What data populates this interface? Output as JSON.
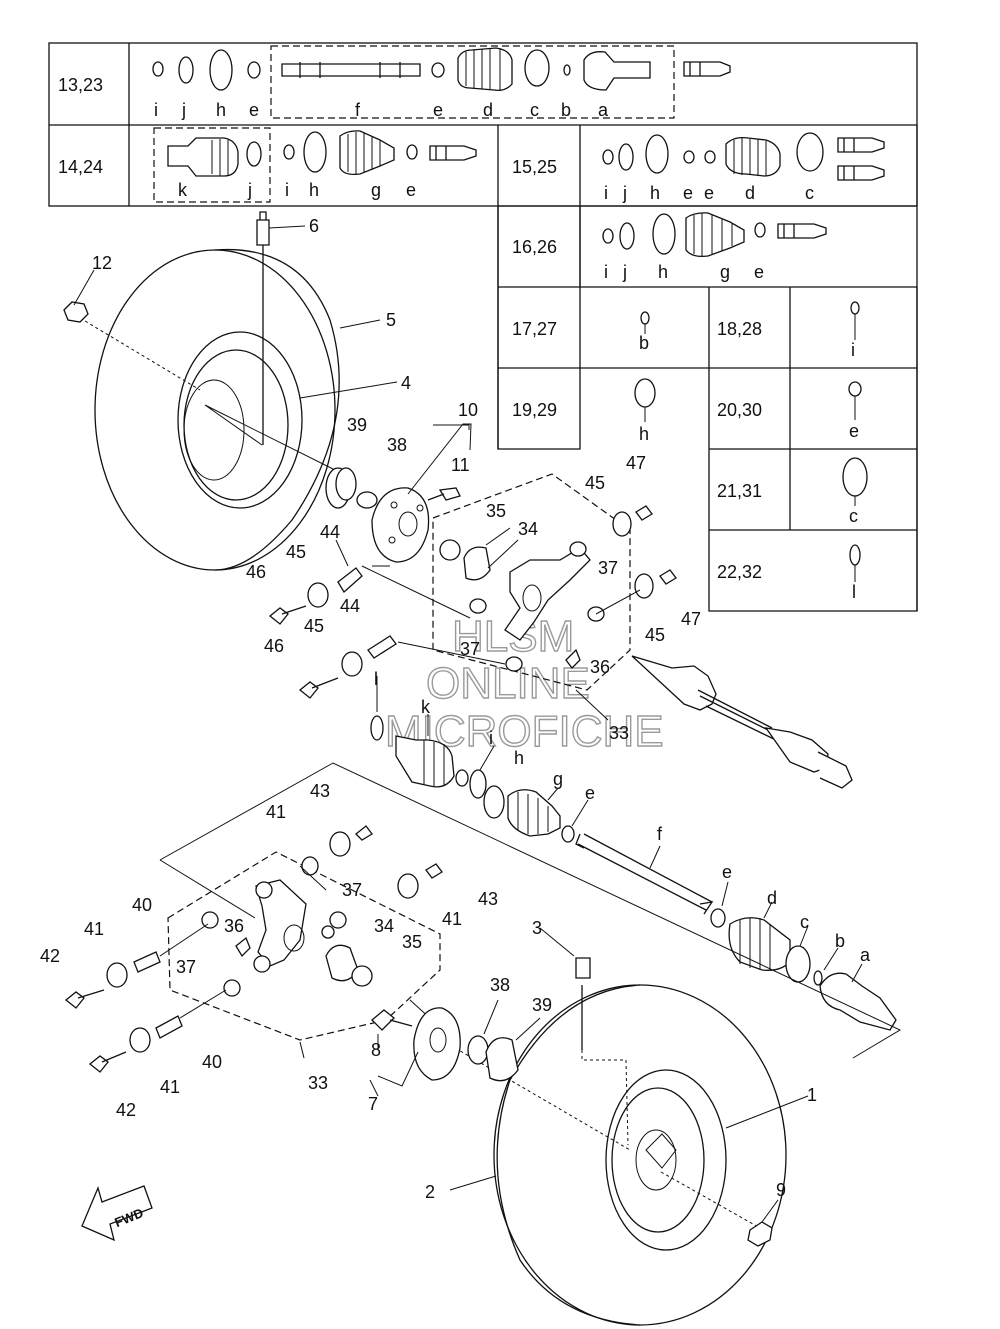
{
  "table": {
    "rows": [
      {
        "ref": "13,23",
        "letters": [
          "i",
          "j",
          "h",
          "e",
          "f",
          "e",
          "d",
          "c",
          "b",
          "a"
        ]
      },
      {
        "ref": "14,24",
        "letters": [
          "k",
          "j",
          "i",
          "h",
          "g",
          "e"
        ]
      },
      {
        "ref": "15,25",
        "letters": [
          "i",
          "j",
          "h",
          "e",
          "e",
          "d",
          "c"
        ]
      },
      {
        "ref": "16,26",
        "letters": [
          "i",
          "j",
          "h",
          "g",
          "e"
        ]
      },
      {
        "ref": "17,27",
        "letters": [
          "b"
        ]
      },
      {
        "ref": "18,28",
        "letters": [
          "i"
        ]
      },
      {
        "ref": "19,29",
        "letters": [
          "h"
        ]
      },
      {
        "ref": "20,30",
        "letters": [
          "e"
        ]
      },
      {
        "ref": "21,31",
        "letters": [
          "c"
        ]
      },
      {
        "ref": "22,32",
        "letters": [
          "l"
        ]
      }
    ]
  },
  "callouts": {
    "n1": "1",
    "n2": "2",
    "n3": "3",
    "n4": "4",
    "n5": "5",
    "n6": "6",
    "n7": "7",
    "n8": "8",
    "n9": "9",
    "n10": "10",
    "n11": "11",
    "n12": "12",
    "n33a": "33",
    "n33b": "33",
    "n34a": "34",
    "n34b": "34",
    "n35a": "35",
    "n35b": "35",
    "n36a": "36",
    "n36b": "36",
    "n37a": "37",
    "n37b": "37",
    "n37c": "37",
    "n37d": "37",
    "n38a": "38",
    "n38b": "38",
    "n39a": "39",
    "n39b": "39",
    "n40a": "40",
    "n40b": "40",
    "n41a": "41",
    "n41b": "41",
    "n41c": "41",
    "n41d": "41",
    "n42a": "42",
    "n42b": "42",
    "n43a": "43",
    "n43b": "43",
    "n44a": "44",
    "n44b": "44",
    "n45a": "45",
    "n45b": "45",
    "n45c": "45",
    "n45d": "45",
    "n46a": "46",
    "n46b": "46",
    "n47a": "47",
    "n47b": "47"
  },
  "letters": {
    "l": "l",
    "k": "k",
    "i": "i",
    "h": "h",
    "g": "g",
    "e1": "e",
    "f": "f",
    "e2": "e",
    "d": "d",
    "c": "c",
    "b": "b",
    "a": "a"
  },
  "fwd_label": "FWD",
  "watermark": {
    "line1": "HLSM",
    "line2": "ONLINE",
    "line3": "MICROFICHE"
  },
  "icons": [
    "tire",
    "wheel-rim",
    "hub",
    "knuckle",
    "drive-shaft",
    "cv-boot",
    "boot-band",
    "circlip",
    "bolt",
    "nut",
    "bushing",
    "grease-nipple",
    "valve-stem",
    "fwd-arrow"
  ]
}
